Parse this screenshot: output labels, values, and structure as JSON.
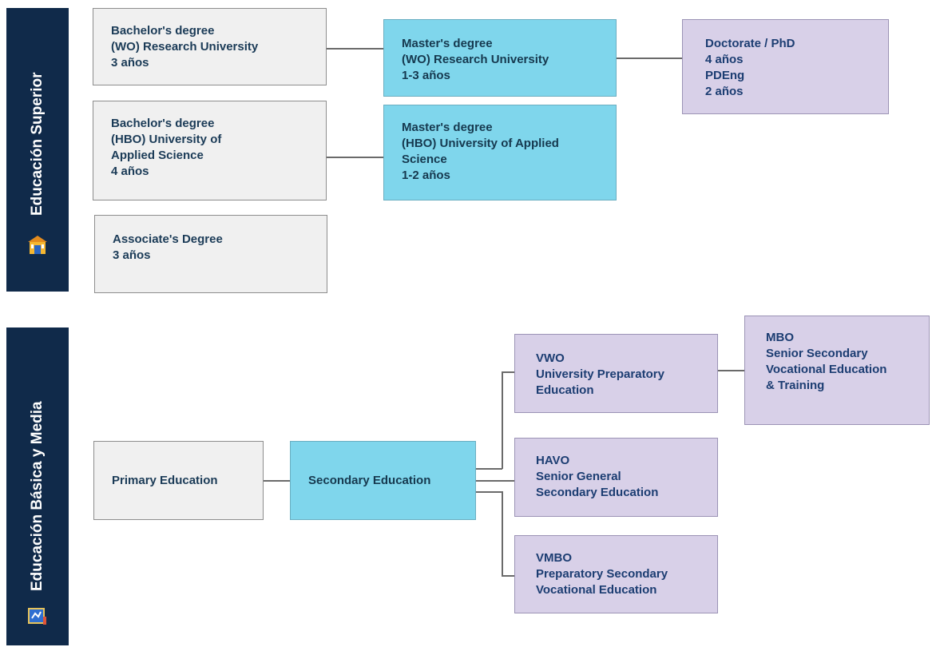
{
  "sections": {
    "superior": "Educación Superior",
    "basica": "Educación Básica y Media"
  },
  "superior": {
    "bachelor_wo": [
      "Bachelor's degree",
      "(WO) Research University",
      "3 años"
    ],
    "master_wo": [
      "Master's degree",
      "(WO) Research University",
      "1-3 años"
    ],
    "doctorate": [
      "Doctorate / PhD",
      "4 años",
      "PDEng",
      "2 años"
    ],
    "bachelor_hbo": [
      "Bachelor's degree",
      "(HBO) University of",
      "Applied Science",
      "4 años"
    ],
    "master_hbo": [
      "Master's degree",
      "(HBO) University of Applied",
      "Science",
      "1-2 años"
    ],
    "associate": [
      "Associate's Degree",
      "3 años"
    ]
  },
  "basica": {
    "primary": "Primary Education",
    "secondary": "Secondary Education",
    "vwo": [
      "VWO",
      "University Preparatory",
      "Education"
    ],
    "mbo": [
      "MBO",
      "Senior Secondary",
      "Vocational Education",
      "& Training"
    ],
    "havo": [
      "HAVO",
      "Senior General",
      "Secondary Education"
    ],
    "vmbo": [
      "VMBO",
      "Preparatory Secondary",
      "Vocational Education"
    ]
  },
  "colors": {
    "band": "#102a4a",
    "grey_box": "#f0f0f0",
    "cyan_box": "#7fd6ec",
    "lavender_box": "#d8d0e8"
  },
  "icons": {
    "superior": "university-building-icon",
    "basica": "school-board-icon"
  }
}
